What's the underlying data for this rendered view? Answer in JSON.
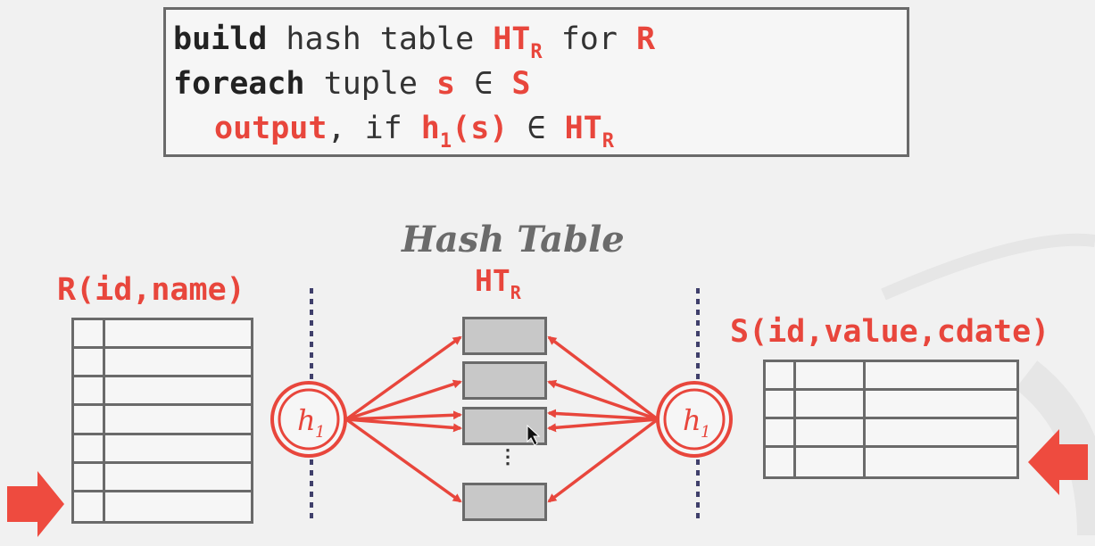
{
  "code": {
    "line1": {
      "kw": "build",
      "text1": " hash table ",
      "ht": "HT",
      "ht_sub": "R",
      "text2": " for ",
      "rel": "R"
    },
    "line2": {
      "kw": "foreach",
      "text1": " tuple ",
      "var": "s",
      "elem": " ∈ ",
      "rel": "S"
    },
    "line3": {
      "kw": "output",
      "text1": ", if ",
      "fn": "h",
      "fn_sub": "1",
      "arg": "(s)",
      "elem": " ∈ ",
      "ht": "HT",
      "ht_sub": "R"
    }
  },
  "relation_r": {
    "label": "R(id,name)",
    "rows": 7
  },
  "relation_s": {
    "label": "S(id,value,cdate)",
    "rows": 4
  },
  "hash_table": {
    "title": "Hash Table",
    "name": "HT",
    "name_sub": "R",
    "ellipsis": "⋮"
  },
  "hash_fn": {
    "label": "h",
    "sub": "1"
  },
  "colors": {
    "accent": "#e8463c",
    "border": "#6a6a6a",
    "bucket": "#c8c8c8",
    "divider": "#3f3f6b"
  },
  "icons": {
    "scan_arrow_left": "right-arrow-icon",
    "scan_arrow_right": "left-arrow-icon",
    "cursor": "mouse-pointer-icon"
  }
}
